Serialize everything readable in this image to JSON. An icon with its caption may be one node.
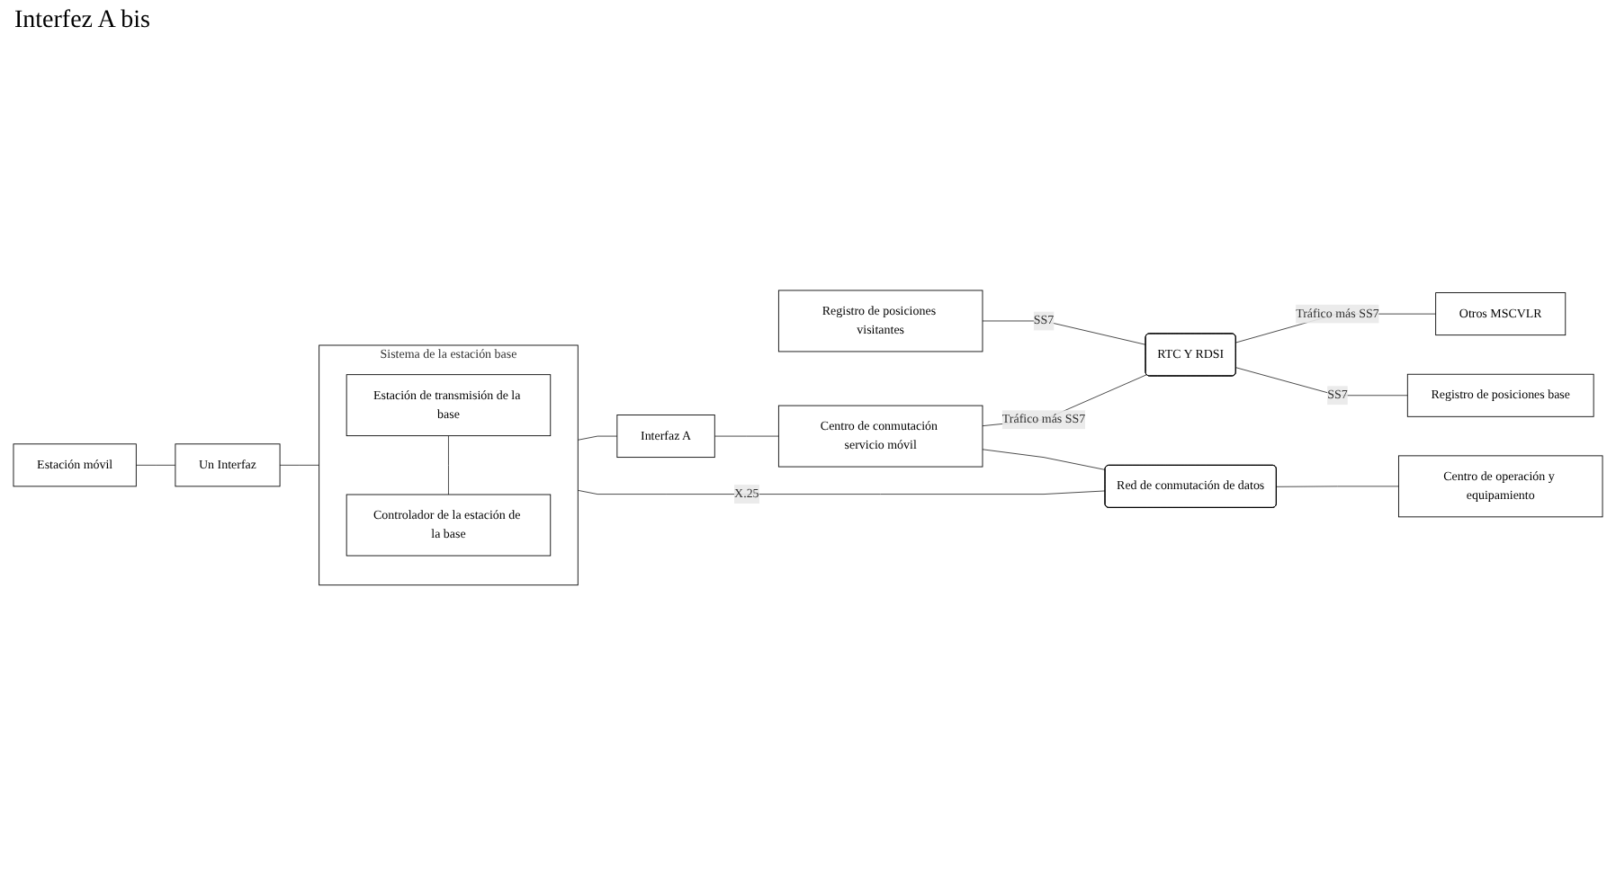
{
  "diagram": {
    "nodes": [
      {
        "text": [
          "Estación móvil"
        ]
      },
      {
        "text": [
          "Un Interfaz"
        ]
      },
      {
        "text": [
          "Sistema de la estación base"
        ]
      },
      {
        "text": [
          "Estación de transmisión de la base"
        ],
        "in": 2
      },
      {
        "text": [
          "Controlador de la estación de la base"
        ],
        "in": 2
      },
      {
        "text": [
          "Interfaz A"
        ]
      },
      {
        "text": [
          "Registro de posiciones visitantes"
        ]
      },
      {
        "text": [
          "Centro de conmutación servicio móvil"
        ]
      },
      {
        "text": [
          "RTC Y RDSI"
        ]
      },
      {
        "text": [
          "Otros MSCVLR"
        ]
      },
      {
        "text": [
          "Registro de posiciones base"
        ]
      },
      {
        "text": [
          "Red de conmutación de datos"
        ]
      },
      {
        "text": [
          "Centro de operación y equipamiento"
        ]
      }
    ],
    "edges": [
      {
        "from": 0,
        "to": 1,
        "arrow": "none"
      },
      {
        "from": 1,
        "to": 2,
        "arrow": "none"
      },
      {
        "from": 3,
        "to": 4,
        "arrow": "none"
      },
      {
        "from": 2,
        "to": 5,
        "arrow": "none"
      },
      {
        "from": 5,
        "to": 7,
        "arrow": "none"
      },
      {
        "from": 6,
        "to": 8,
        "label": "SS7",
        "arrow": "none"
      },
      {
        "from": 7,
        "to": 8,
        "label": "Tráfico más SS7",
        "arrow": "none"
      },
      {
        "from": 8,
        "to": 9,
        "label": "Tráfico más SS7",
        "arrow": "none"
      },
      {
        "from": 8,
        "to": 10,
        "label": "SS7",
        "arrow": "none"
      },
      {
        "from": 2,
        "to": 11,
        "label": "X.25",
        "arrow": "none"
      },
      {
        "from": 7,
        "to": 11,
        "arrow": "none"
      },
      {
        "from": 11,
        "to": 12,
        "arrow": "none"
      }
    ],
    "labels": [
      "Interfez A bis"
    ]
  }
}
